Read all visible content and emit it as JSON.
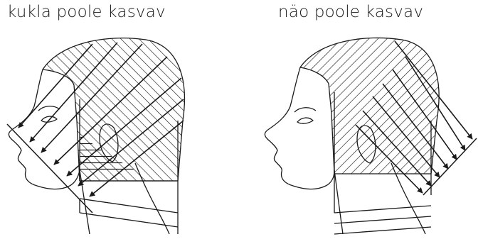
{
  "captions": {
    "left": "kukla poole kasvav",
    "right": "näo poole kasvav"
  },
  "colors": {
    "line": "#1a1a1a",
    "background": "#ffffff"
  },
  "icons": [
    "head-profile-left",
    "head-profile-right",
    "arrow-icon"
  ]
}
